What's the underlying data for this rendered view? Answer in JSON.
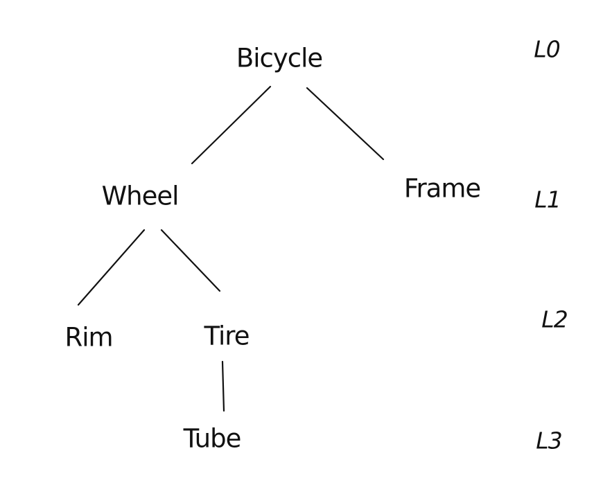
{
  "diagram": {
    "type": "tree",
    "background": "#ffffff",
    "ink_color": "#111111",
    "nodes": [
      {
        "id": "bicycle",
        "label": "Bicycle",
        "level": 0
      },
      {
        "id": "wheel",
        "label": "Wheel",
        "level": 1
      },
      {
        "id": "frame",
        "label": "Frame",
        "level": 1
      },
      {
        "id": "rim",
        "label": "Rim",
        "level": 2
      },
      {
        "id": "tire",
        "label": "Tire",
        "level": 2
      },
      {
        "id": "tube",
        "label": "Tube",
        "level": 3
      }
    ],
    "edges": [
      {
        "from": "Bicycle",
        "to": "Wheel"
      },
      {
        "from": "Bicycle",
        "to": "Frame"
      },
      {
        "from": "Wheel",
        "to": "Rim"
      },
      {
        "from": "Wheel",
        "to": "Tire"
      },
      {
        "from": "Tire",
        "to": "Tube"
      }
    ],
    "level_labels": [
      {
        "label": "L0"
      },
      {
        "label": "L1"
      },
      {
        "label": "L2"
      },
      {
        "label": "L3"
      }
    ]
  }
}
